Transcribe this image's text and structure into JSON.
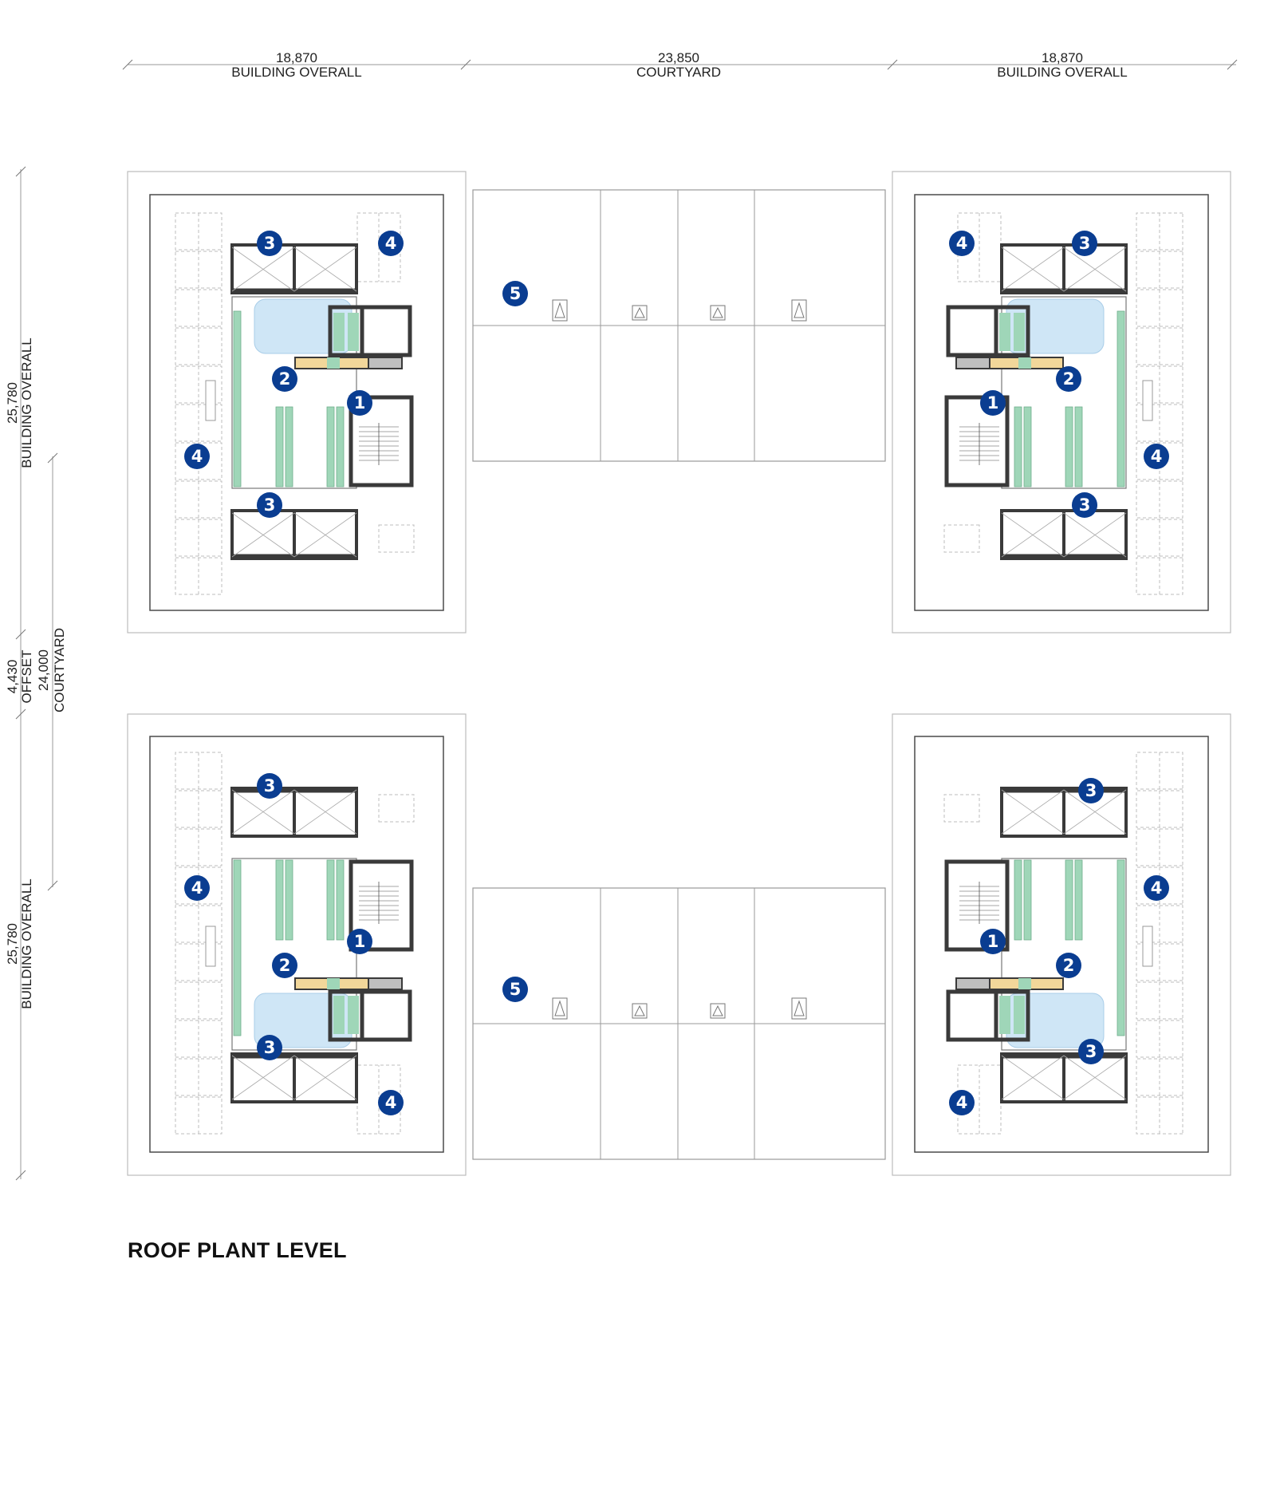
{
  "title": "ROOF PLANT LEVEL",
  "dimensions": {
    "top": [
      {
        "value": "18,870",
        "label": "BUILDING OVERALL"
      },
      {
        "value": "23,850",
        "label": "COURTYARD"
      },
      {
        "value": "18,870",
        "label": "BUILDING OVERALL"
      }
    ],
    "left": [
      {
        "value": "25,780",
        "label": "BUILDING OVERALL"
      },
      {
        "value": "4,430",
        "label": "OFFSET"
      },
      {
        "value": "24,000",
        "label": "COURTYARD"
      },
      {
        "value": "25,780",
        "label": "BUILDING OVERALL"
      }
    ]
  },
  "markers": {
    "m1": "1",
    "m2": "2",
    "m3": "3",
    "m4": "4",
    "m5": "5"
  },
  "colors": {
    "badge": "#0a3d91",
    "pool": "#cfe6f6",
    "pv_panel": "#9fd6b8",
    "core_wall": "#3a3a3a",
    "plant_tan": "#f2d79a",
    "plant_grey": "#bfbfbf"
  }
}
